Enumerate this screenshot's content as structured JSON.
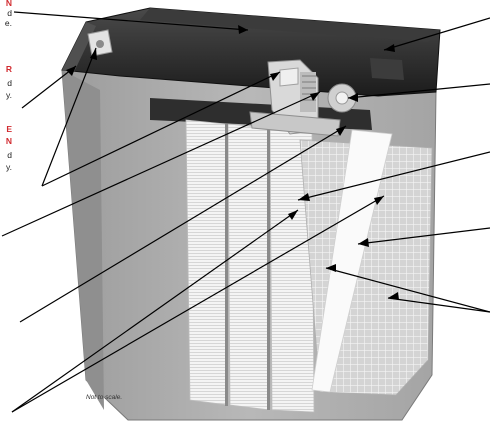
{
  "labels": {
    "frag1": "N",
    "frag2": "d",
    "frag3": "e.",
    "frag4": "R",
    "frag5": "d",
    "frag6": "y.",
    "frag7": "E",
    "frag8": "N",
    "frag9": "d",
    "frag10": "y."
  },
  "note": "Not to scale.",
  "colors": {
    "callout_red": "#d12a2f",
    "lid": "#2a2a2a",
    "case": "#a9a9a9",
    "plates": "#f2f2f2",
    "leader": "#000000"
  },
  "icons": [
    "battery-cutaway-illustration"
  ]
}
